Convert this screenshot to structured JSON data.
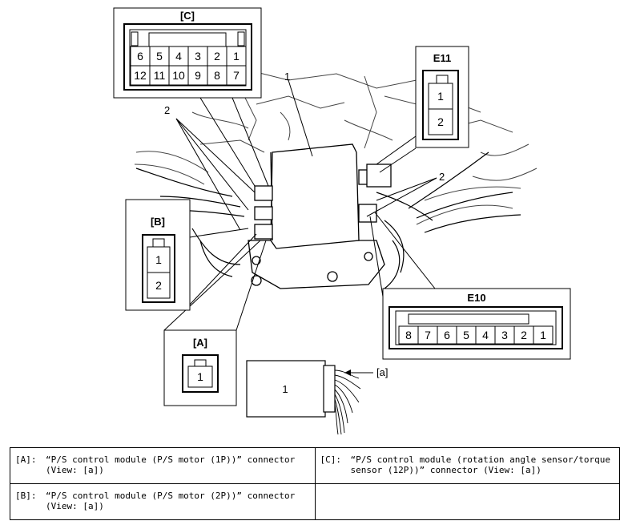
{
  "labels": {
    "module_no": "1",
    "pointer_2": "2",
    "view_a": "[a]",
    "module_view_no": "1"
  },
  "connectors": {
    "C": {
      "title": "[C]",
      "top_row": [
        "6",
        "5",
        "4",
        "3",
        "2",
        "1"
      ],
      "bottom_row": [
        "12",
        "11",
        "10",
        "9",
        "8",
        "7"
      ]
    },
    "E11": {
      "title": "E11",
      "pins": [
        "1",
        "2"
      ]
    },
    "B": {
      "title": "[B]",
      "pins": [
        "1",
        "2"
      ]
    },
    "A": {
      "title": "[A]",
      "pins": [
        "1"
      ]
    },
    "E10": {
      "title": "E10",
      "pins": [
        "8",
        "7",
        "6",
        "5",
        "4",
        "3",
        "2",
        "1"
      ]
    }
  },
  "legend": [
    {
      "code": "[A]:",
      "text": "“P/S control module (P/S motor (1P))” connector (View: [a])"
    },
    {
      "code": "[C]:",
      "text": "“P/S control module (rotation angle sensor/torque sensor (12P))” connector (View: [a])"
    },
    {
      "code": "[B]:",
      "text": "“P/S control module (P/S motor (2P))” connector (View: [a])"
    },
    {
      "code": "",
      "text": ""
    }
  ]
}
